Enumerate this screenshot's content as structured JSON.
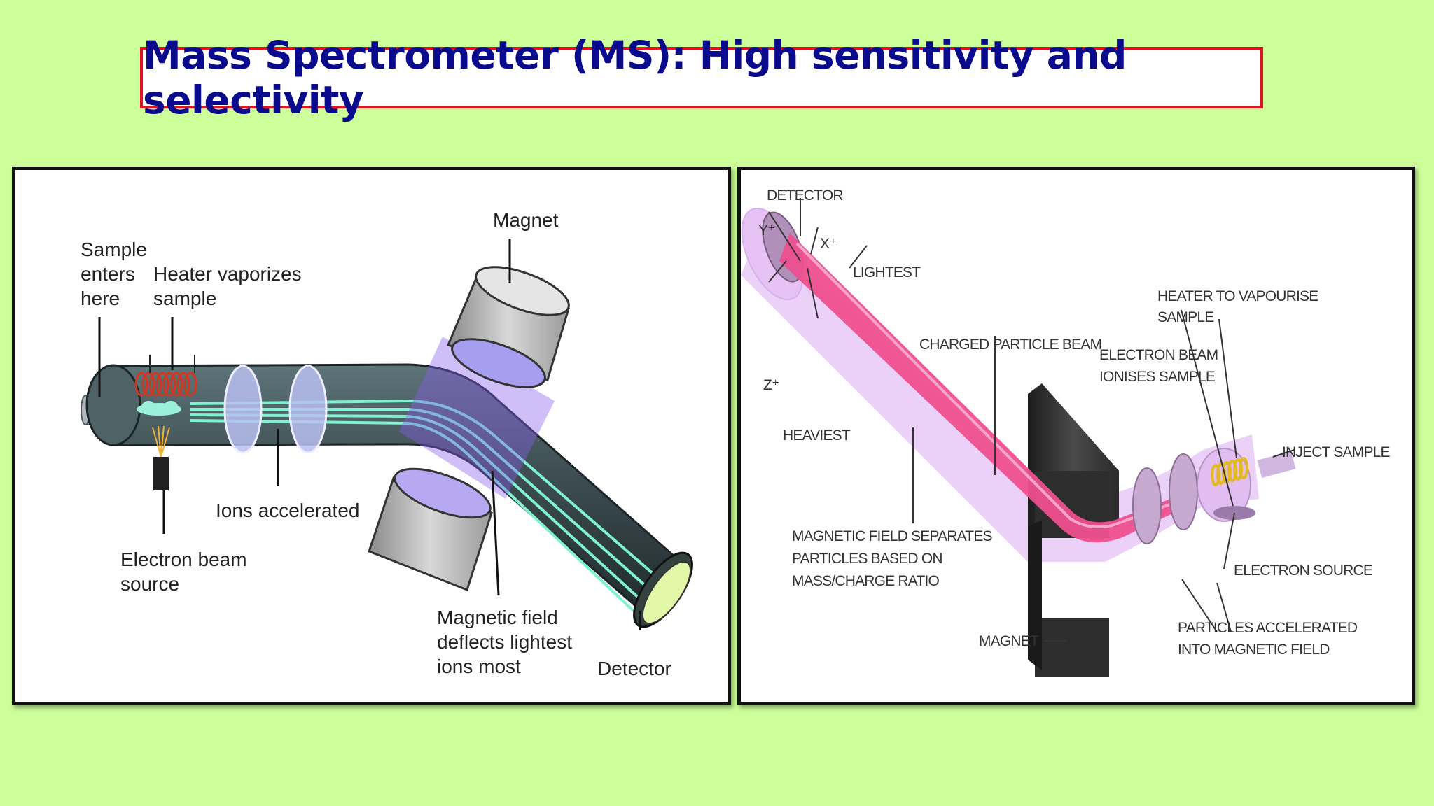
{
  "title": "Mass Spectrometer (MS): High sensitivity and selectivity",
  "colors": {
    "background": "#ccff99",
    "title_text": "#0a0a8c",
    "title_border": "#e0141e",
    "ion_beam": "#7ff3d0",
    "particle_beam": "#ee4f8e"
  },
  "left_diagram": {
    "labels": {
      "magnet": "Magnet",
      "sample_line1": "Sample",
      "sample_line2": "enters",
      "sample_line3": "here",
      "heater_line1": "Heater vaporizes",
      "heater_line2": "sample",
      "ions": "Ions accelerated",
      "beam_line1": "Electron beam",
      "beam_line2": "source",
      "field_line1": "Magnetic field",
      "field_line2": "deflects lightest",
      "field_line3": "ions most",
      "detector": "Detector"
    }
  },
  "right_diagram": {
    "labels": {
      "detector": "DETECTOR",
      "y_plus": "Y⁺",
      "x_plus": "X⁺",
      "z_plus": "Z⁺",
      "lightest": "LIGHTEST",
      "heaviest": "HEAVIEST",
      "charged_beam": "CHARGED PARTICLE BEAM",
      "heater_line1": "HEATER TO VAPOURISE",
      "heater_line2": "SAMPLE",
      "ebeam_line1": "ELECTRON BEAM",
      "ebeam_line2": "IONISES SAMPLE",
      "inject": "INJECT SAMPLE",
      "field_line1": "MAGNETIC FIELD SEPARATES",
      "field_line2": "PARTICLES BASED ON",
      "field_line3": "MASS/CHARGE RATIO",
      "electron_source": "ELECTRON SOURCE",
      "accel_line1": "PARTICLES ACCELERATED",
      "accel_line2": "INTO MAGNETIC FIELD",
      "magnet": "MAGNET"
    }
  }
}
